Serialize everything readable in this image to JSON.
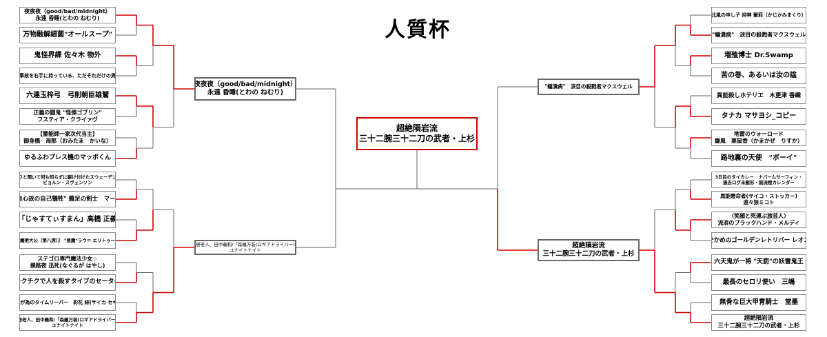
{
  "title": "人質杯",
  "left_round1": [
    {
      "lines": [
        "夜夜夜（good/bad/midnight）",
        "永遠 昏睡(とわの ねむり)"
      ]
    },
    {
      "lines": [
        "万物融解細菌\"オールスープ\""
      ]
    },
    {
      "lines": [
        "鬼怪界課 佐々木 物外"
      ]
    },
    {
      "lines": [
        "事故を右手に持っている、ただそれだけの男"
      ]
    },
    {
      "lines": [
        "六連玉梓弓　弓削朝臣雄鷲"
      ]
    },
    {
      "lines": [
        "正義の闘鬼 \"怪傑ゴブリン\"",
        "フスティア・クライァヴ"
      ]
    },
    {
      "lines": [
        "【霊能師一家次代当主】",
        "御身橋　海那（おみたま　かいな）"
      ]
    },
    {
      "lines": [
        "ゆるふわプレス機のマッボくん"
      ]
    },
    {
      "lines": [
        "祭りと聞いて何も知らずに駆け付けたスウェーデン人",
        "ビョルン・スヴェンソン"
      ]
    },
    {
      "lines": [
        "\"良心故の自己犠牲\" 義足の剣士　マーヴ"
      ]
    },
    {
      "lines": [
        "「じゃすてぃすまん」高橋 正義"
      ]
    },
    {
      "lines": [
        "【魔術大公（第八席）】 \"悪魔\"ラウ＝ エリトゥーゼ"
      ]
    },
    {
      "lines": [
        "ステゴロ専門魔法少女☆",
        "撲路夜 迅死(なぐるが はやし)"
      ]
    },
    {
      "lines": [
        "チクチクで人を殺すタイプのセーター"
      ]
    },
    {
      "lines": [
        "誰が為のタイムリーパー　彩花 緋(サイカ セキ)"
      ]
    },
    {
      "lines": [
        "隠居老人、田中義和/「森羅万装(ロギアドライバー)」",
        "ユナイトナイト"
      ]
    }
  ],
  "right_round1": [
    {
      "lines": [
        "北風の申し子 抑神 爾莉（かじかみまくり）"
      ]
    },
    {
      "lines": [
        "\"蟻潰病\"　涙目の殺戮者マクスウェル"
      ]
    },
    {
      "lines": [
        "増殖博士 Dr.Swamp"
      ]
    },
    {
      "lines": [
        "苦の巻、あるいは汝の諡"
      ]
    },
    {
      "lines": [
        "異能殺しホテリエ　木更津 香織"
      ]
    },
    {
      "lines": [
        "タナカ マサヨシ_コピー"
      ]
    },
    {
      "lines": [
        "地雷のウォーロード",
        "鎌風　栗鼠香（かまかぜ　りすか）"
      ]
    },
    {
      "lines": [
        "路地裏の天使　\"ボーイ\""
      ]
    },
    {
      "lines": [
        "3日目のタイカレー　ナパームサーフィン・",
        "過去ログ未載形・副流煙カレンダー"
      ]
    },
    {
      "lines": [
        "異能懇命者(サイコ・ストッカー)",
        "遠々狼ミコト"
      ]
    },
    {
      "lines": [
        "〈笑顔と死運ぶ旅芸人〉",
        "流浪のブラックハンド・メルディ"
      ]
    },
    {
      "lines": [
        "でかめのゴールデンレトリバー レオン"
      ]
    },
    {
      "lines": [
        "六天鬼が一将 \"天罰\"の妖雷鬼王"
      ]
    },
    {
      "lines": [
        "最長のセロリ使い　三嶋"
      ]
    },
    {
      "lines": [
        "無骨な巨大甲冑騎士　堂墨"
      ]
    },
    {
      "lines": [
        "超絶隕岩流",
        "三十二腕三十二刀の武者・上杉"
      ]
    }
  ],
  "left_semis": [
    {
      "lines": [
        "夜夜夜（good/bad/midnight）",
        "永遠 昏睡(とわの ねむり)"
      ]
    },
    {
      "lines": [
        "隠居老人、田中義和/「森羅万装(ロギアドライバー)」",
        "ユナイトナイト"
      ]
    }
  ],
  "right_semis": [
    {
      "lines": [
        "\"蟻潰病\"　涙目の殺戮者マクスウェル"
      ]
    },
    {
      "lines": [
        "超絶隕岩流",
        "三十二腕三十二刀の武者・上杉"
      ]
    }
  ],
  "champion": {
    "lines": [
      "超絶隕岩流",
      "三十二腕三十二刀の武者・上杉"
    ]
  },
  "colors": {
    "winner_line": "#d10000",
    "line": "#666666",
    "box_border": "#8a8a8a"
  }
}
